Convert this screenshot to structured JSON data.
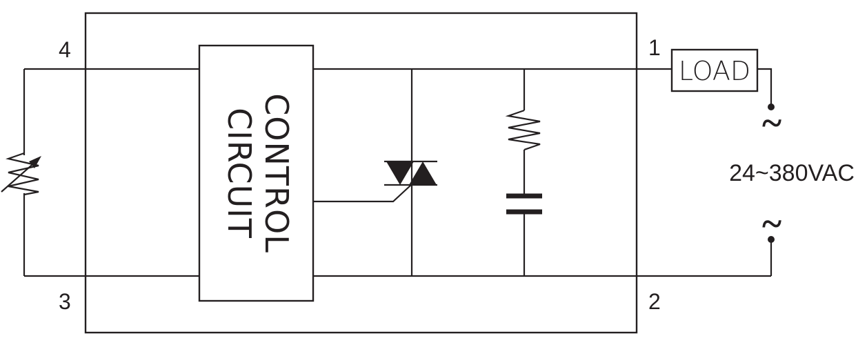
{
  "diagram": {
    "title": "Solid State Relay Wiring Diagram",
    "terminals": {
      "t1": "1",
      "t2": "2",
      "t3": "3",
      "t4": "4"
    },
    "blocks": {
      "control_circuit_line1": "CONTROL",
      "control_circuit_line2": "CIRCUIT",
      "load": "LOAD"
    },
    "supply": {
      "voltage": "24~380VAC",
      "ac_symbol_top": "~",
      "ac_symbol_bottom": "~"
    },
    "components": [
      {
        "name": "variable-resistor",
        "description": "Potentiometer / adjustable resistor on input"
      },
      {
        "name": "triac",
        "description": "Triac output switch"
      },
      {
        "name": "snubber-resistor",
        "description": "RC snubber resistor"
      },
      {
        "name": "snubber-capacitor",
        "description": "RC snubber capacitor"
      }
    ],
    "colors": {
      "line": "#231f20",
      "background": "#ffffff"
    }
  }
}
